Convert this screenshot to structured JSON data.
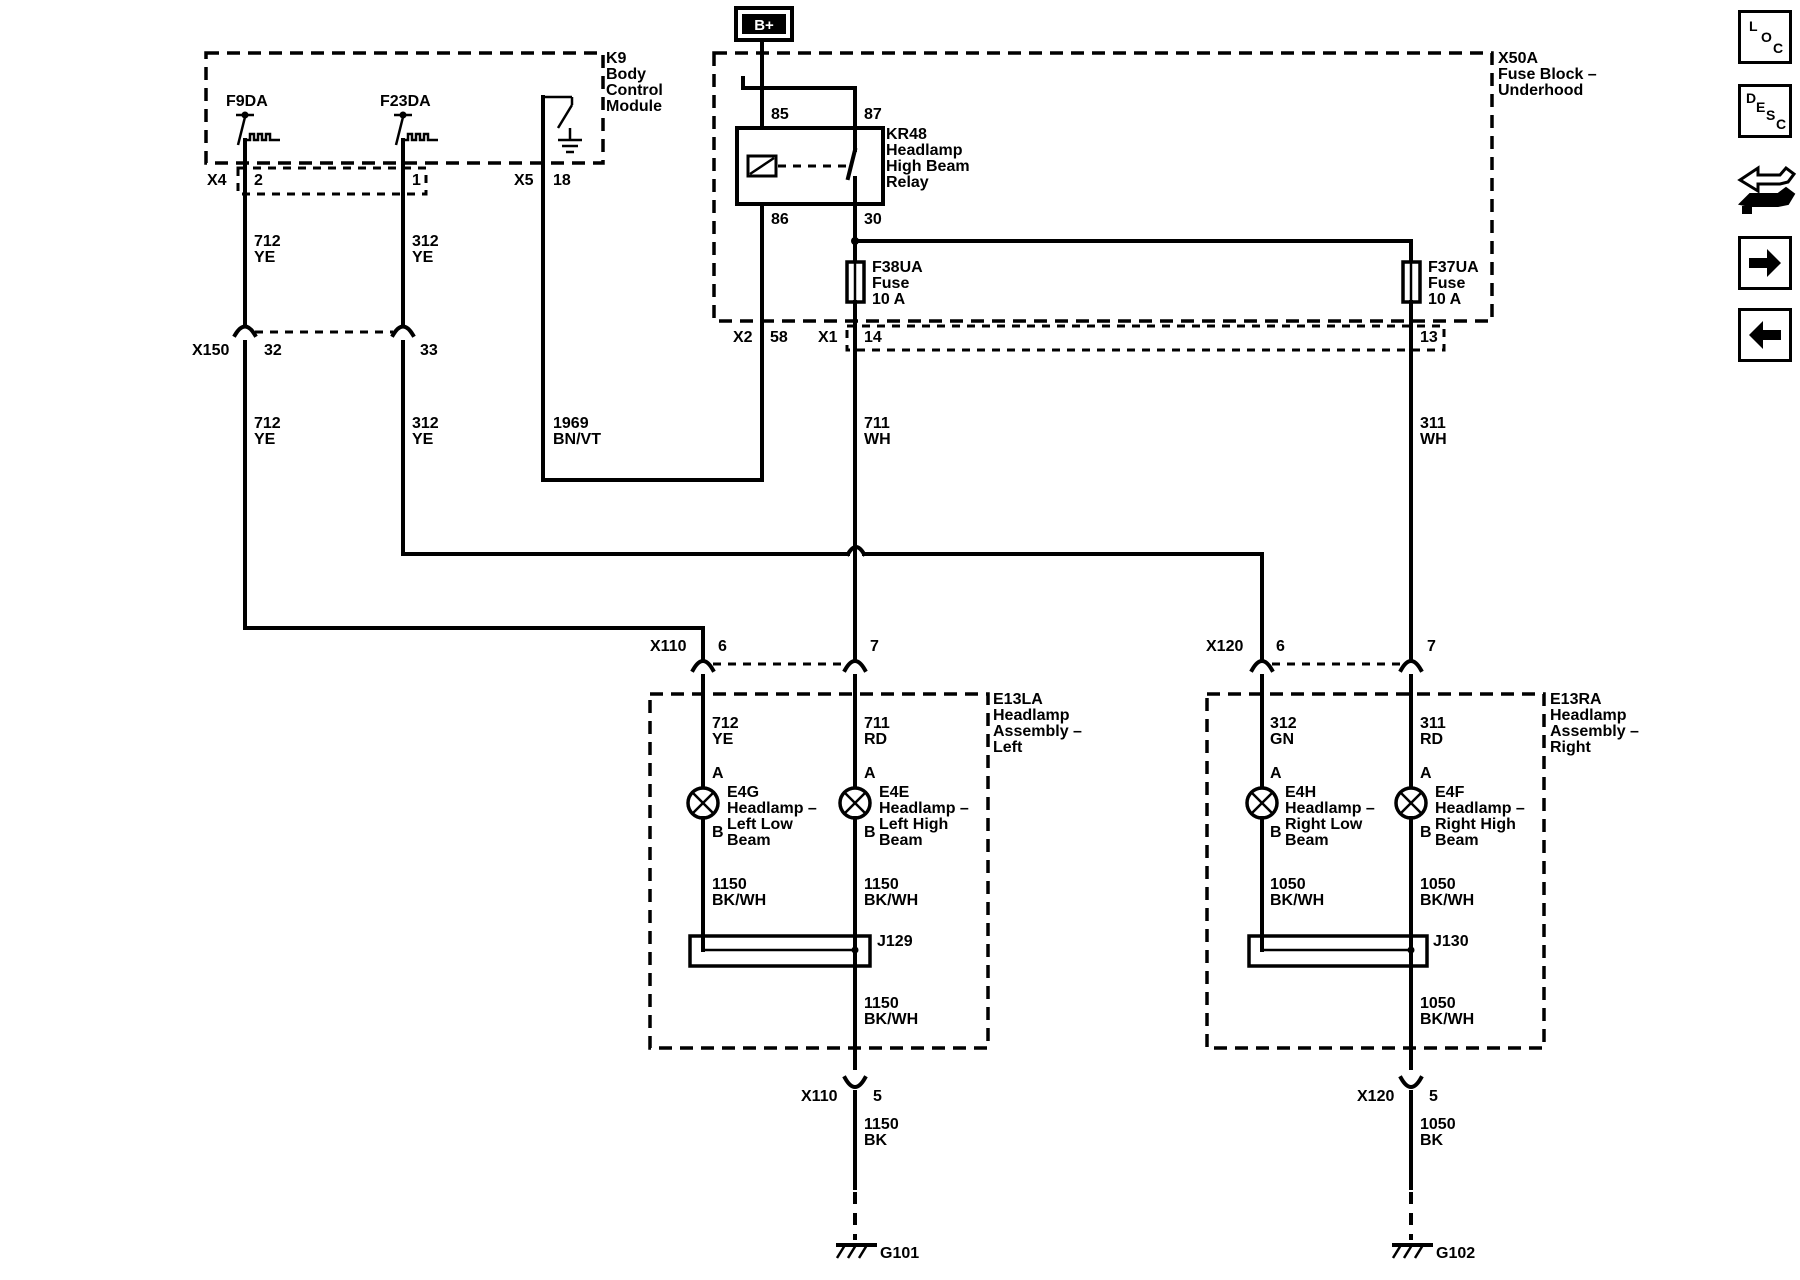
{
  "power": {
    "bplus": "B+"
  },
  "bcm": {
    "ref": "K9",
    "name_lines": [
      "Body",
      "Control",
      "Module"
    ],
    "f9da": "F9DA",
    "f23da": "F23DA",
    "x4": "X4",
    "x4_pin2": "2",
    "x4_pin1": "1",
    "x5": "X5",
    "x5_pin": "18"
  },
  "fuse_block": {
    "ref": "X50A",
    "name_lines": [
      "Fuse Block –",
      "Underhood"
    ],
    "x2": "X2",
    "x2_pin": "58",
    "x1": "X1",
    "x1_pin14": "14",
    "x1_pin13": "13"
  },
  "relay": {
    "pin85": "85",
    "pin87": "87",
    "pin86": "86",
    "pin30": "30",
    "label_lines": [
      "KR48",
      "Headlamp",
      "High Beam",
      "Relay"
    ]
  },
  "fuses": {
    "left_lines": [
      "F38UA",
      "Fuse",
      "10 A"
    ],
    "right_lines": [
      "F37UA",
      "Fuse",
      "10 A"
    ]
  },
  "x150": {
    "ref": "X150",
    "pin32": "32",
    "pin33": "33"
  },
  "wires": {
    "w712": {
      "num": "712",
      "color": "YE"
    },
    "w312": {
      "num": "312",
      "color": "YE"
    },
    "w1969": {
      "num": "1969",
      "color": "BN/VT"
    },
    "w711": {
      "num": "711",
      "color": "WH"
    },
    "w311": {
      "num": "311",
      "color": "WH"
    },
    "w712_in": {
      "num": "712",
      "color": "YE"
    },
    "w711_in": {
      "num": "711",
      "color": "RD"
    },
    "w312_in": {
      "num": "312",
      "color": "GN"
    },
    "w311_in": {
      "num": "311",
      "color": "RD"
    },
    "w1150a": {
      "num": "1150",
      "color": "BK/WH"
    },
    "w1150b": {
      "num": "1150",
      "color": "BK/WH"
    },
    "w1150c": {
      "num": "1150",
      "color": "BK/WH"
    },
    "w1150d": {
      "num": "1150",
      "color": "BK"
    },
    "w1050a": {
      "num": "1050",
      "color": "BK/WH"
    },
    "w1050b": {
      "num": "1050",
      "color": "BK/WH"
    },
    "w1050c": {
      "num": "1050",
      "color": "BK/WH"
    },
    "w1050d": {
      "num": "1050",
      "color": "BK"
    }
  },
  "left_assembly": {
    "ref": "E13LA",
    "name_lines": [
      "Headlamp",
      "Assembly –",
      "Left"
    ],
    "x110": "X110",
    "pin6": "6",
    "pin7": "7",
    "ground_pin": "5",
    "low_lines": [
      "E4G",
      "Headlamp –",
      "Left Low",
      "Beam"
    ],
    "high_lines": [
      "E4E",
      "Headlamp –",
      "Left High",
      "Beam"
    ],
    "splice": "J129",
    "ground": "G101"
  },
  "right_assembly": {
    "ref": "E13RA",
    "name_lines": [
      "Headlamp",
      "Assembly –",
      "Right"
    ],
    "x120": "X120",
    "pin6": "6",
    "pin7": "7",
    "ground_pin": "5",
    "low_lines": [
      "E4H",
      "Headlamp –",
      "Right Low",
      "Beam"
    ],
    "high_lines": [
      "E4F",
      "Headlamp –",
      "Right High",
      "Beam"
    ],
    "splice": "J130",
    "ground": "G102"
  },
  "lamp_pins": {
    "a": "A",
    "b": "B"
  },
  "nav": {
    "loc_letters": [
      "L",
      "O",
      "C"
    ],
    "desc_letters": [
      "D",
      "E",
      "S",
      "C"
    ],
    "icons": [
      "location-icon",
      "description-icon",
      "connector-icon",
      "next-arrow-icon",
      "previous-arrow-icon"
    ]
  }
}
